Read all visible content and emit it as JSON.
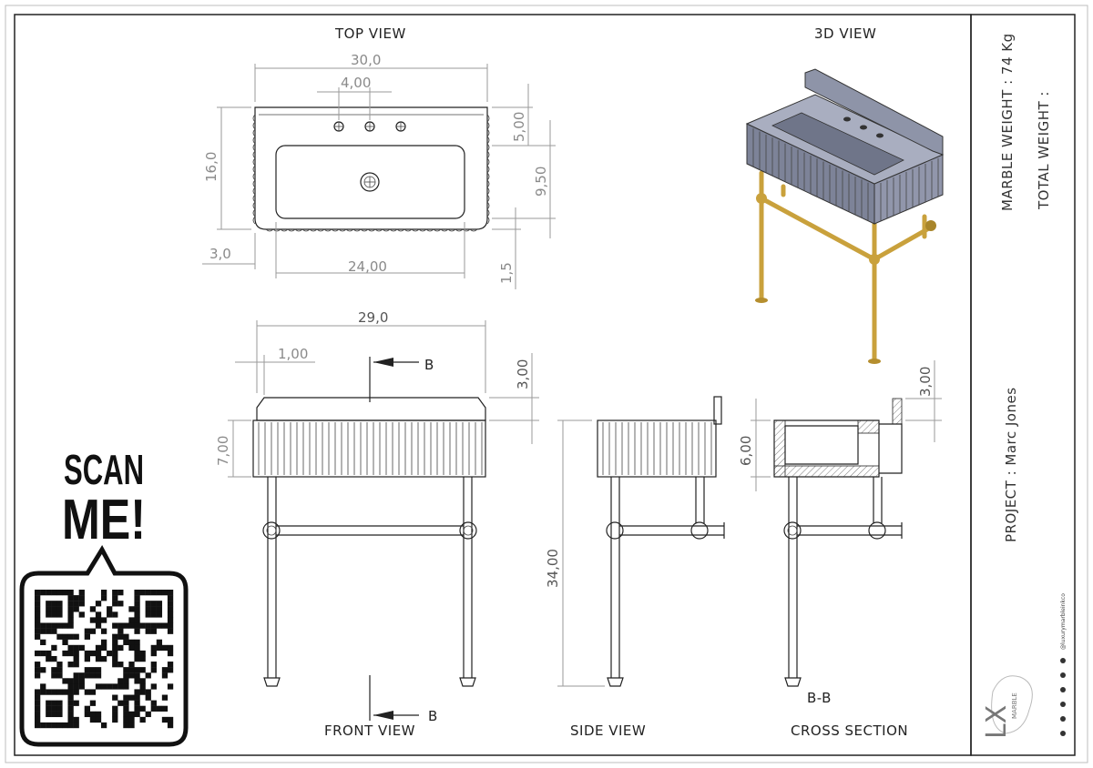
{
  "views": {
    "top": "TOP VIEW",
    "three_d": "3D VIEW",
    "front": "FRONT VIEW",
    "side": "SIDE VIEW",
    "cross_section": "CROSS SECTION",
    "section_mark": "B",
    "section_label": "B-B"
  },
  "dimensions": {
    "top_width": "30,0",
    "faucet_spacing": "4,00",
    "top_depth": "16,0",
    "back_to_faucet": "5,00",
    "basin_depth": "9,50",
    "front_inset": "1,5",
    "side_inset": "3,0",
    "basin_width": "24,00",
    "front_width": "29,0",
    "front_leg_inset": "1,00",
    "splash_height": "3,00",
    "apron_height": "7,00",
    "overall_height": "34,00",
    "section_splash": "3,00",
    "basin_height": "6,00"
  },
  "title_block": {
    "marble_weight": "MARBLE WEIGHT : 74 Kg",
    "total_weight": "TOTAL WEIGHT :",
    "project": "PROJECT :  Marc Jones",
    "social": "@luxurymarbleinkco"
  },
  "scan": {
    "line1": "SCAN",
    "line2": "ME!"
  },
  "logo": {
    "brand": "MARBLE"
  },
  "colors": {
    "basin": "#8e94a8",
    "brass": "#c9a13c",
    "line": "#222222",
    "dimension": "#8a8a8a"
  }
}
